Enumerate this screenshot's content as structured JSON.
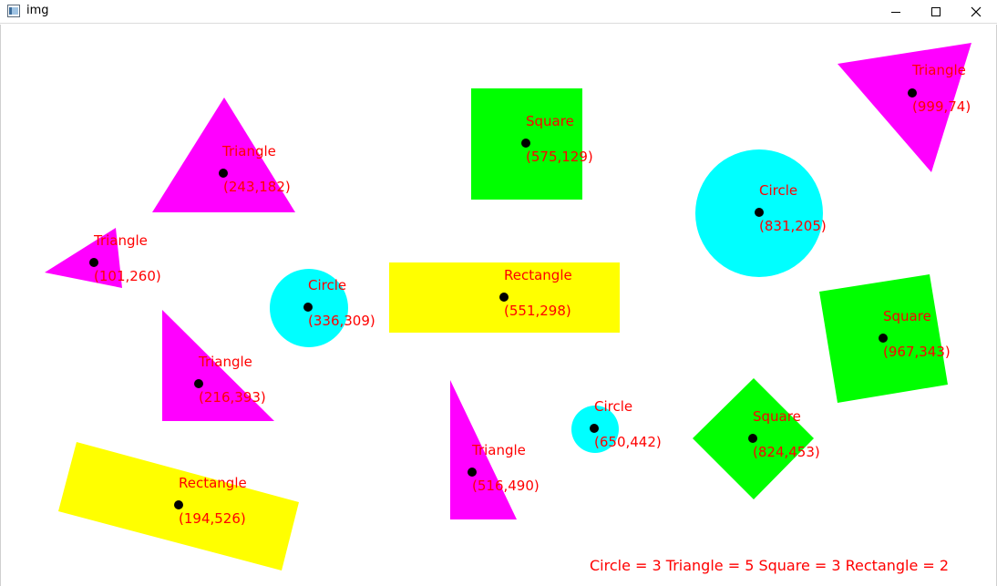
{
  "window": {
    "title": "img"
  },
  "colors": {
    "magenta": "#ff00ff",
    "cyan": "#00ffff",
    "green": "#00ff00",
    "yellow": "#ffff00",
    "label": "#ff0000",
    "centroid": "#000000"
  },
  "shapes": {
    "triangle_1": {
      "name": "Triangle",
      "coords": "(243,182)"
    },
    "square_1": {
      "name": "Square",
      "coords": "(575,129)"
    },
    "triangle_2": {
      "name": "Triangle",
      "coords": "(999,74)"
    },
    "circle_1": {
      "name": "Circle",
      "coords": "(831,205)"
    },
    "triangle_3": {
      "name": "Triangle",
      "coords": "(101,260)"
    },
    "circle_2": {
      "name": "Circle",
      "coords": "(336,309)"
    },
    "rectangle_1": {
      "name": "Rectangle",
      "coords": "(551,298)"
    },
    "square_2": {
      "name": "Square",
      "coords": "(967,343)"
    },
    "triangle_4": {
      "name": "Triangle",
      "coords": "(216,393)"
    },
    "circle_3": {
      "name": "Circle",
      "coords": "(650,442)"
    },
    "square_3": {
      "name": "Square",
      "coords": "(824,453)"
    },
    "triangle_5": {
      "name": "Triangle",
      "coords": "(516,490)"
    },
    "rectangle_2": {
      "name": "Rectangle",
      "coords": "(194,526)"
    }
  },
  "summary": "Circle = 3 Triangle = 5 Square = 3 Rectangle = 2"
}
